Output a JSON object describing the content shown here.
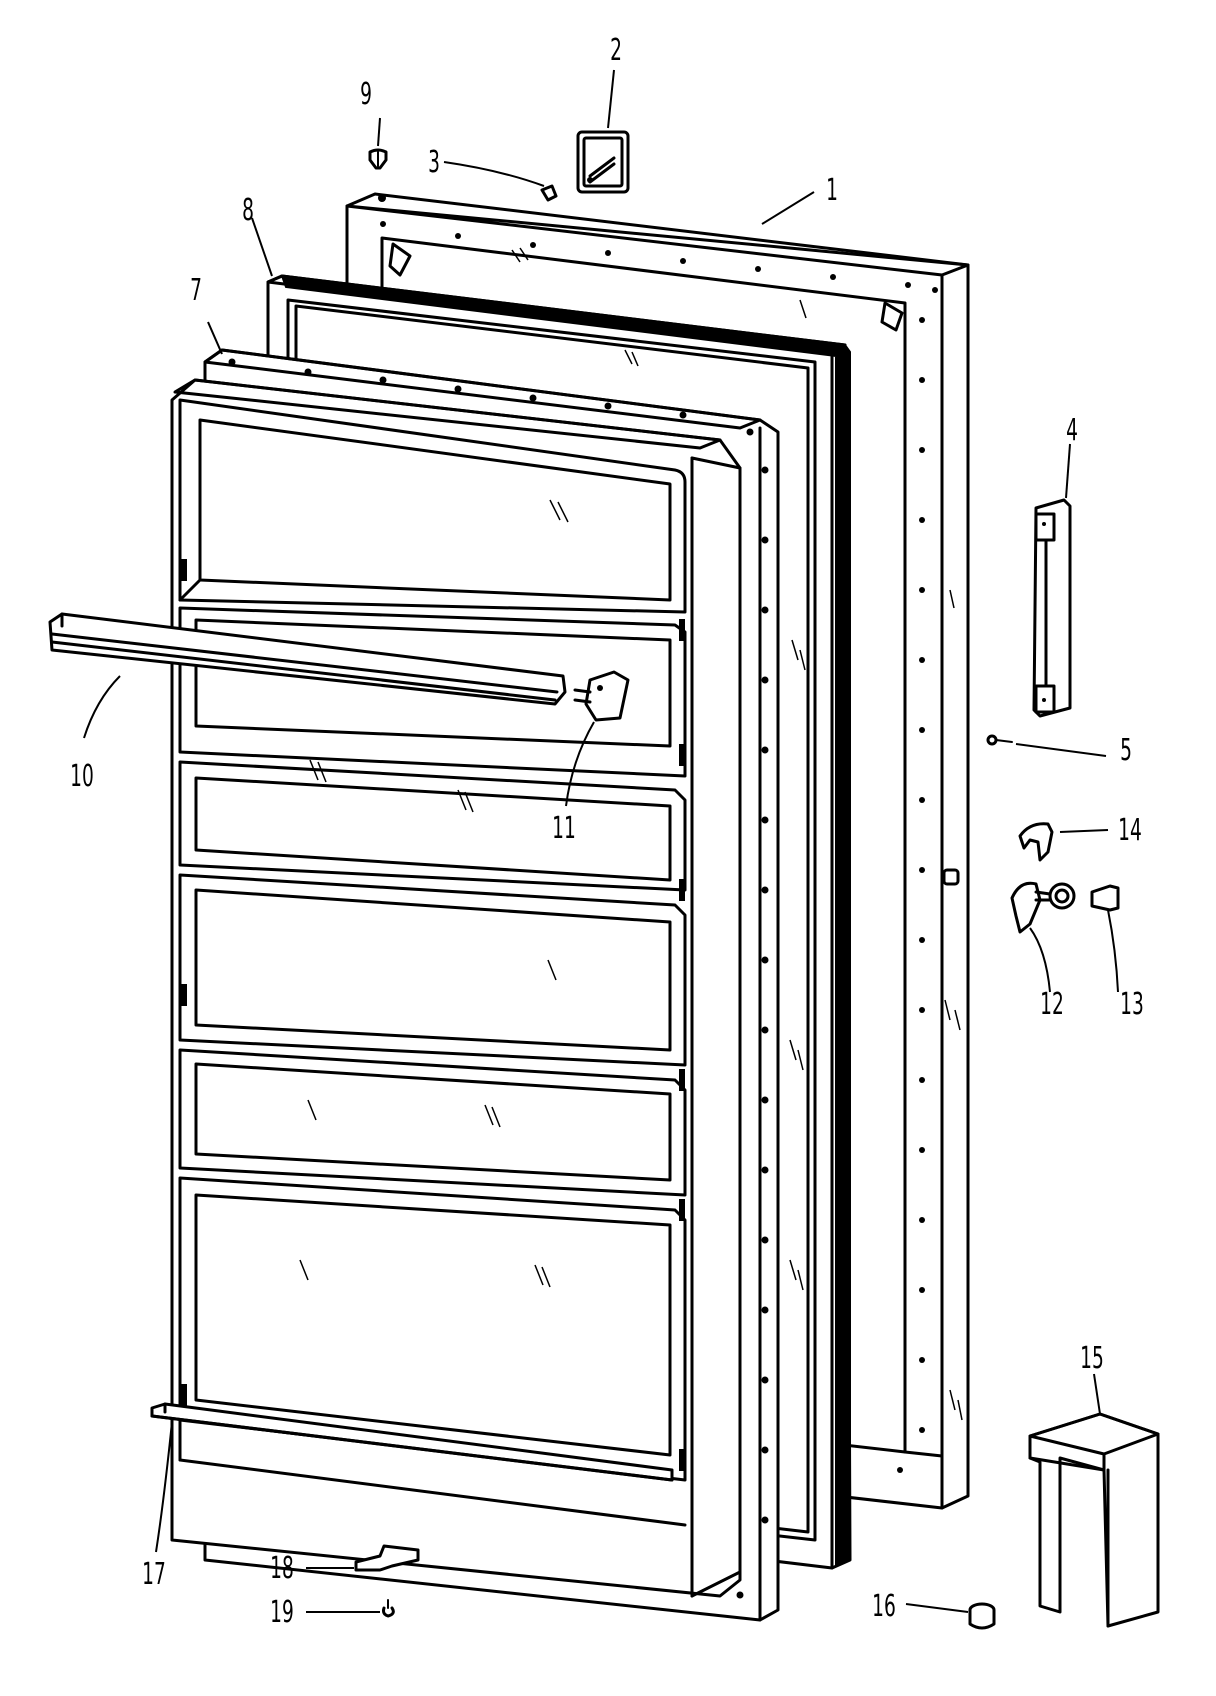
{
  "diagram": {
    "callouts": [
      {
        "id": "1",
        "label": "1"
      },
      {
        "id": "2",
        "label": "2"
      },
      {
        "id": "3",
        "label": "3"
      },
      {
        "id": "4",
        "label": "4"
      },
      {
        "id": "5",
        "label": "5"
      },
      {
        "id": "7",
        "label": "7"
      },
      {
        "id": "8",
        "label": "8"
      },
      {
        "id": "9",
        "label": "9"
      },
      {
        "id": "10",
        "label": "10"
      },
      {
        "id": "11",
        "label": "11"
      },
      {
        "id": "12",
        "label": "12"
      },
      {
        "id": "13",
        "label": "13"
      },
      {
        "id": "14",
        "label": "14"
      },
      {
        "id": "15",
        "label": "15"
      },
      {
        "id": "16",
        "label": "16"
      },
      {
        "id": "17",
        "label": "17"
      },
      {
        "id": "18",
        "label": "18"
      },
      {
        "id": "19",
        "label": "19"
      }
    ]
  }
}
